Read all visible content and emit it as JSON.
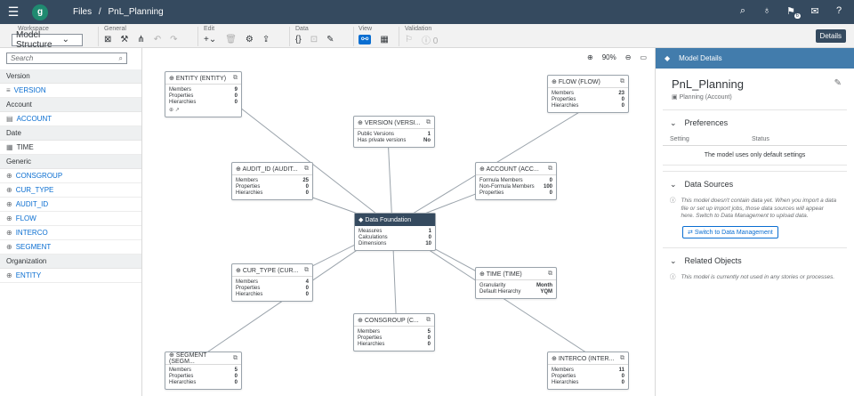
{
  "shell": {
    "logo_letter": "g",
    "breadcrumb": [
      "Files",
      "/",
      "PnL_Planning"
    ],
    "notification_count": "6"
  },
  "toolbar": {
    "groups": {
      "workspace": "Workspace",
      "general": "General",
      "edit": "Edit",
      "data": "Data",
      "view": "View",
      "validation": "Validation"
    },
    "workspace_value": "Model Structure",
    "validation_count": "0",
    "details_button": "Details"
  },
  "sidebar": {
    "search_placeholder": "Search",
    "sections": [
      {
        "header": "Version",
        "items": [
          "VERSION"
        ]
      },
      {
        "header": "Account",
        "items": [
          "ACCOUNT"
        ]
      },
      {
        "header": "Date",
        "items": [
          "TIME"
        ]
      },
      {
        "header": "Generic",
        "items": [
          "CONSGROUP",
          "CUR_TYPE",
          "AUDIT_ID",
          "FLOW",
          "INTERCO",
          "SEGMENT"
        ]
      },
      {
        "header": "Organization",
        "items": [
          "ENTITY"
        ]
      }
    ]
  },
  "canvas": {
    "zoom": "90%",
    "cards": [
      {
        "id": "entity",
        "title": "ENTITY (ENTITY)",
        "rows": [
          [
            "Members",
            "9"
          ],
          [
            "Properties",
            "0"
          ],
          [
            "Hierarchies",
            "0"
          ]
        ],
        "footer": "⊕ ↗"
      },
      {
        "id": "flow",
        "title": "FLOW (FLOW)",
        "rows": [
          [
            "Members",
            "23"
          ],
          [
            "Properties",
            "0"
          ],
          [
            "Hierarchies",
            "0"
          ]
        ]
      },
      {
        "id": "version",
        "title": "VERSION (VERSI...",
        "rows": [
          [
            "Public Versions",
            "1"
          ],
          [
            "Has private versions",
            "No"
          ]
        ]
      },
      {
        "id": "audit",
        "title": "AUDIT_ID (AUDIT...",
        "rows": [
          [
            "Members",
            "25"
          ],
          [
            "Properties",
            "0"
          ],
          [
            "Hierarchies",
            "0"
          ]
        ]
      },
      {
        "id": "account",
        "title": "ACCOUNT (ACC...",
        "rows": [
          [
            "Formula Members",
            "0"
          ],
          [
            "Non-Formula Members",
            "100"
          ],
          [
            "Properties",
            "0"
          ]
        ]
      },
      {
        "id": "foundation",
        "title": "Data Foundation",
        "rows": [
          [
            "Measures",
            "1"
          ],
          [
            "Calculations",
            "0"
          ],
          [
            "Dimensions",
            "10"
          ]
        ]
      },
      {
        "id": "curtype",
        "title": "CUR_TYPE (CUR...",
        "rows": [
          [
            "Members",
            "4"
          ],
          [
            "Properties",
            "0"
          ],
          [
            "Hierarchies",
            "0"
          ]
        ]
      },
      {
        "id": "time",
        "title": "TIME (TIME)",
        "rows": [
          [
            "Granularity",
            "Month"
          ],
          [
            "Default Hierarchy",
            "YQM"
          ]
        ]
      },
      {
        "id": "consgroup",
        "title": "CONSGROUP (C...",
        "rows": [
          [
            "Members",
            "5"
          ],
          [
            "Properties",
            "0"
          ],
          [
            "Hierarchies",
            "0"
          ]
        ]
      },
      {
        "id": "segment",
        "title": "SEGMENT (SEGM...",
        "rows": [
          [
            "Members",
            "5"
          ],
          [
            "Properties",
            "0"
          ],
          [
            "Hierarchies",
            "0"
          ]
        ]
      },
      {
        "id": "interco",
        "title": "INTERCO (INTER...",
        "rows": [
          [
            "Members",
            "11"
          ],
          [
            "Properties",
            "0"
          ],
          [
            "Hierarchies",
            "0"
          ]
        ]
      }
    ]
  },
  "details": {
    "header": "Model Details",
    "title": "PnL_Planning",
    "subtitle": "Planning (Account)",
    "preferences": {
      "title": "Preferences",
      "col_setting": "Setting",
      "col_status": "Status",
      "empty": "The model uses only default settings"
    },
    "data_sources": {
      "title": "Data Sources",
      "note": "This model doesn't contain data yet. When you import a data file or set up import jobs, those data sources will appear here. Switch to Data Management to upload data.",
      "button": "Switch to Data Management"
    },
    "related": {
      "title": "Related Objects",
      "note": "This model is currently not used in any stories or processes."
    }
  },
  "colors": {
    "shell": "#354a5f",
    "accent": "#0a6ed1",
    "panel_header": "#427cac"
  }
}
